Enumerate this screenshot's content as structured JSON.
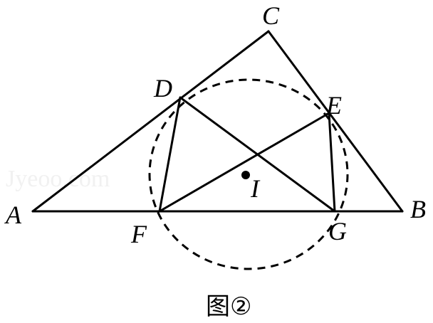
{
  "figure": {
    "labels": {
      "A": "A",
      "B": "B",
      "C": "C",
      "D": "D",
      "E": "E",
      "F": "F",
      "G": "G",
      "I": "I"
    },
    "caption": "图②",
    "watermark": "Jyeoo.com"
  }
}
